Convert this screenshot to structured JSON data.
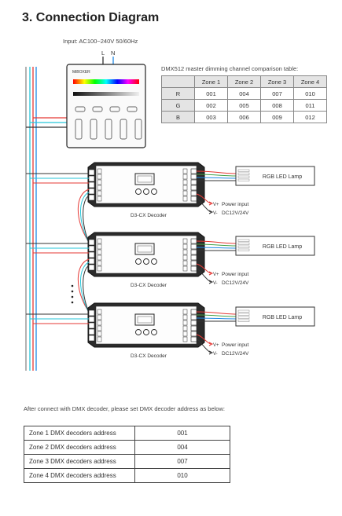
{
  "title": "3. Connection Diagram",
  "input_label": "Input: AC100~240V 50/60Hz",
  "terminal_l": "L",
  "terminal_n": "N",
  "controller_logo": "MiBOXER",
  "comparison": {
    "title": "DMX512 master dimming channel comparison table:",
    "headers": [
      "",
      "Zone 1",
      "Zone 2",
      "Zone 3",
      "Zone 4"
    ],
    "rows": [
      {
        "label": "R",
        "values": [
          "001",
          "004",
          "007",
          "010"
        ]
      },
      {
        "label": "G",
        "values": [
          "002",
          "005",
          "008",
          "011"
        ]
      },
      {
        "label": "B",
        "values": [
          "003",
          "006",
          "009",
          "012"
        ]
      }
    ]
  },
  "decoders": [
    {
      "name": "D3-CX Decoder",
      "lamp": "RGB LED Lamp",
      "power_label": "Power input",
      "voltage": "DC12V/24V",
      "vplus": "V+",
      "vminus": "V-"
    },
    {
      "name": "D3-CX Decoder",
      "lamp": "RGB LED Lamp",
      "power_label": "Power input",
      "voltage": "DC12V/24V",
      "vplus": "V+",
      "vminus": "V-"
    },
    {
      "name": "D3-CX Decoder",
      "lamp": "RGB LED Lamp",
      "power_label": "Power input",
      "voltage": "DC12V/24V",
      "vplus": "V+",
      "vminus": "V-"
    }
  ],
  "address_note": "After connect with DMX decoder, please set DMX decoder address as below:",
  "address_table": [
    {
      "label": "Zone 1 DMX decoders address",
      "value": "001"
    },
    {
      "label": "Zone 2 DMX decoders address",
      "value": "004"
    },
    {
      "label": "Zone 3 DMX decoders address",
      "value": "007"
    },
    {
      "label": "Zone 4 DMX decoders address",
      "value": "010"
    }
  ],
  "colors": {
    "red": "#e53935",
    "blue": "#1e88e5",
    "cyan": "#26c6da",
    "black": "#222222"
  }
}
